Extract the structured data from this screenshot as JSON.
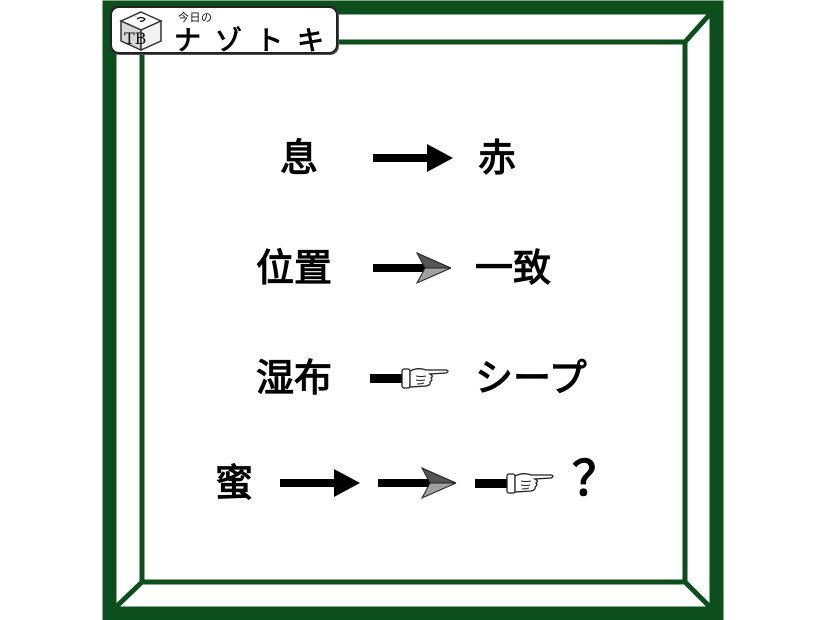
{
  "header": {
    "logo_letters": "TB",
    "subtitle": "今日の",
    "title": "ナゾトキ"
  },
  "colors": {
    "frame": "#0d4f1c",
    "text": "#000000",
    "arrow_gray": "#7a7a7a"
  },
  "puzzle": {
    "rows": [
      {
        "left": "息",
        "symbols": [
          "solid-arrow"
        ],
        "right": "赤"
      },
      {
        "left": "位置",
        "symbols": [
          "gray-arrowhead-arrow"
        ],
        "right": "一致"
      },
      {
        "left": "湿布",
        "symbols": [
          "pointing-hand"
        ],
        "right": "シープ"
      },
      {
        "left": "蜜",
        "symbols": [
          "solid-arrow",
          "gray-arrowhead-arrow",
          "pointing-hand"
        ],
        "right": "？"
      }
    ]
  }
}
